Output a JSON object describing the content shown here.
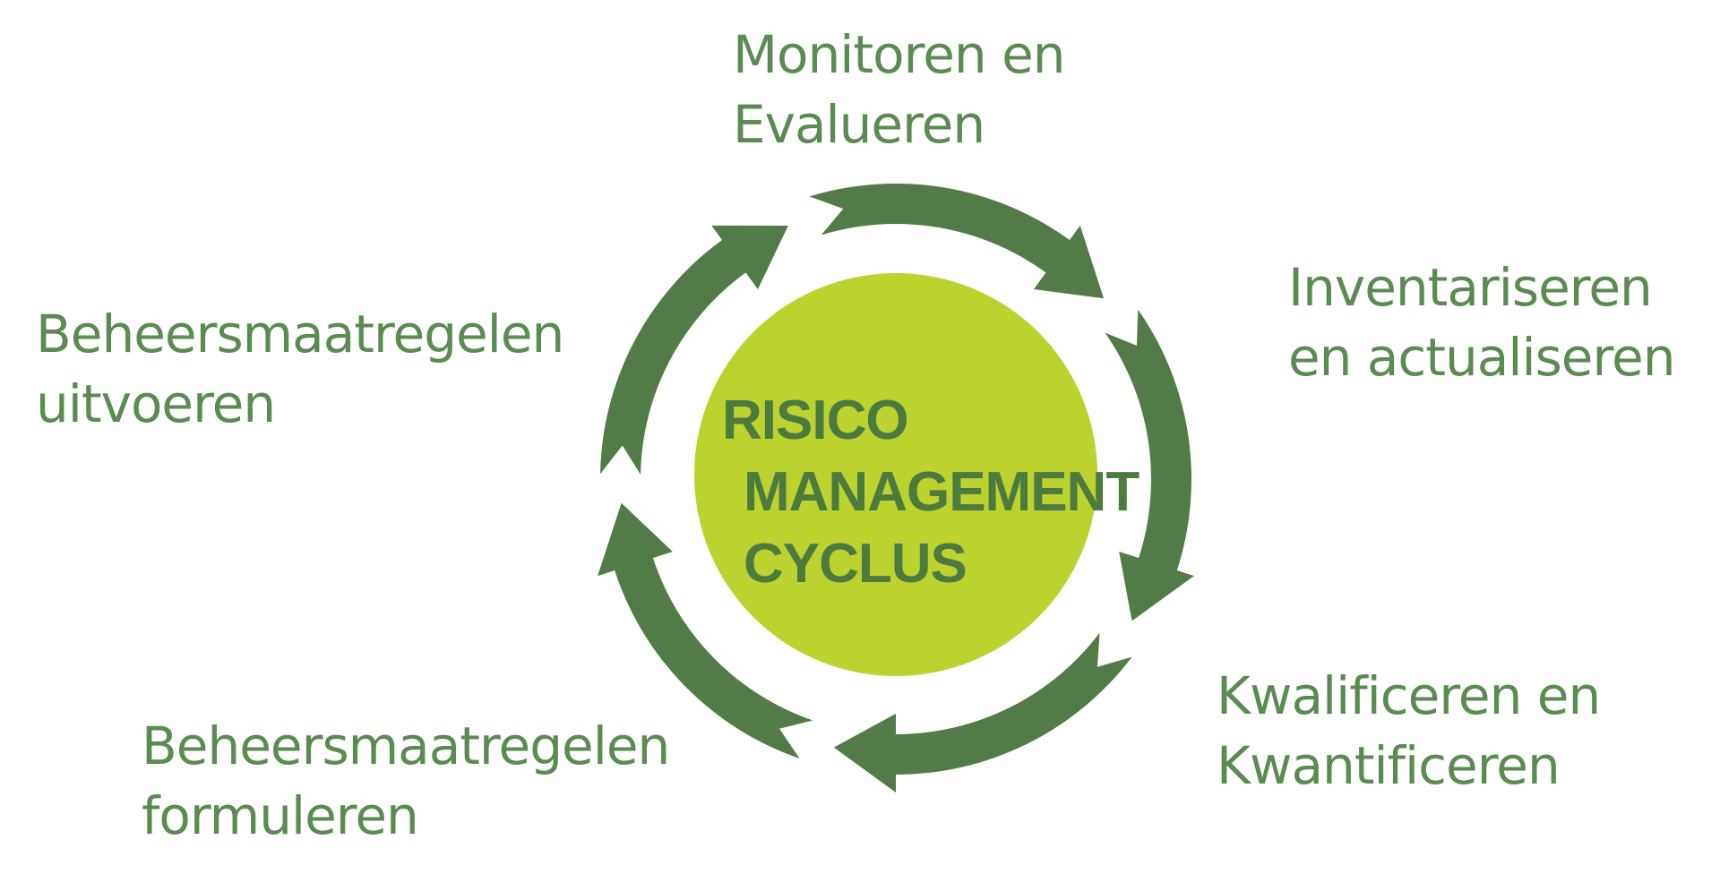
{
  "diagram": {
    "center": {
      "lines": [
        "RISICO",
        "MANAGEMENT",
        "CYCLUS"
      ]
    },
    "steps": [
      {
        "id": "monitor",
        "lines": [
          "Monitoren en",
          "Evalueren"
        ]
      },
      {
        "id": "inventory",
        "lines": [
          "Inventariseren",
          "en actualiseren"
        ]
      },
      {
        "id": "qualify",
        "lines": [
          "Kwalificeren en",
          "Kwantificeren"
        ]
      },
      {
        "id": "formulate",
        "lines": [
          "Beheersmaatregelen",
          "formuleren"
        ]
      },
      {
        "id": "execute",
        "lines": [
          "Beheersmaatregelen",
          "uitvoeren"
        ]
      }
    ],
    "colors": {
      "arrow": "#527b47",
      "center_fill": "#bcd22e",
      "center_text": "#4c7a3f",
      "label_text": "#5b8a52"
    }
  }
}
